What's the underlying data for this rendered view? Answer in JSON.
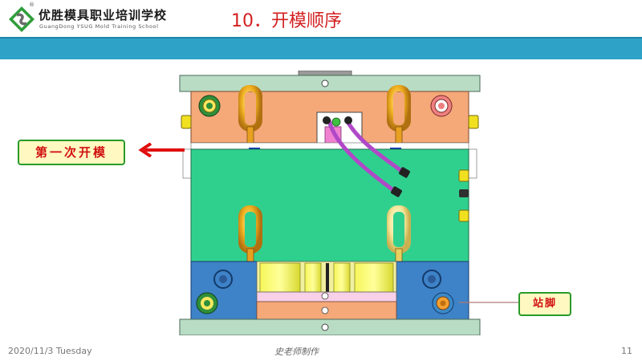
{
  "header": {
    "logo_cn": "优胜模具职业培训学校",
    "logo_en": "GuangDong YSUG Mold Training School",
    "logo_registered": "®",
    "slide_title": "10．开模顺序"
  },
  "callouts": {
    "first_open": "第一次开模",
    "stand_foot": "站脚"
  },
  "footer": {
    "date": "2020/11/3 Tuesday",
    "author": "史老师制作",
    "page": "11"
  },
  "colors": {
    "title_red": "#d42020",
    "band_blue": "#2ea3c7",
    "clamp_plate": "#b9dcc4",
    "cavity_plate": "#f5a878",
    "core_plate": "#2fd08e",
    "support_blocks": "#3e82c7"
  }
}
